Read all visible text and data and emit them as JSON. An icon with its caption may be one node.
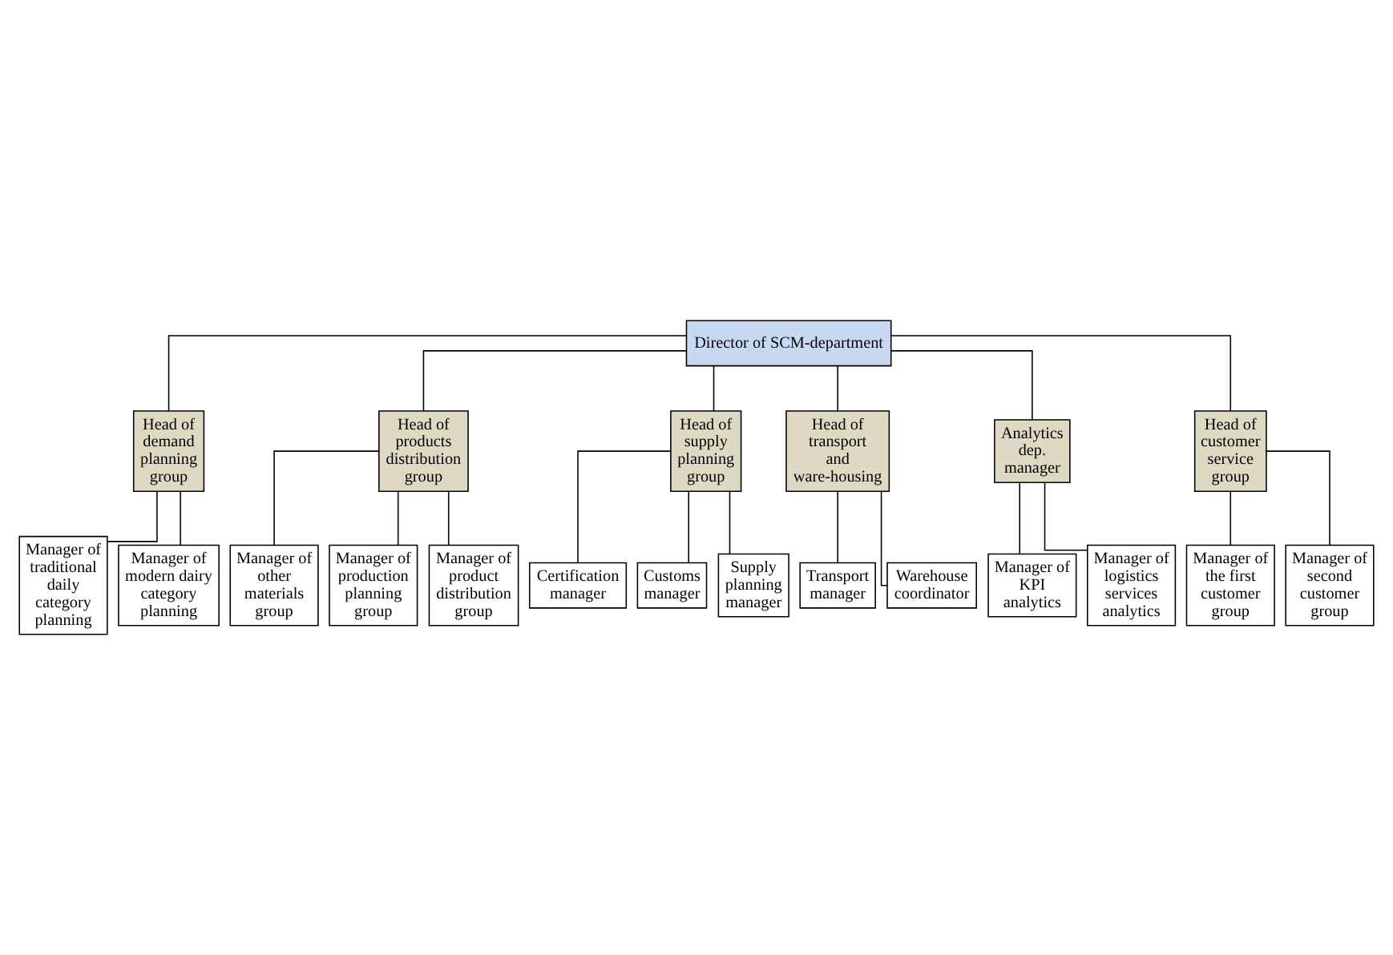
{
  "diagram": {
    "nodes": [
      {
        "text": [
          "Director of SCM-department"
        ]
      },
      {
        "text": [
          "Head of demand planning group"
        ]
      },
      {
        "text": [
          "Head of products distribution group"
        ]
      },
      {
        "text": [
          "Head of supply planning group"
        ]
      },
      {
        "text": [
          "Head of transport and ware-housing"
        ]
      },
      {
        "text": [
          "Analytics dep. manager"
        ]
      },
      {
        "text": [
          "Head of customer service group"
        ]
      },
      {
        "text": [
          "Manager of traditional daily category planning"
        ]
      },
      {
        "text": [
          "Manager of modern dairy category planning"
        ]
      },
      {
        "text": [
          "Manager of other materials group"
        ]
      },
      {
        "text": [
          "Manager of production planning group"
        ]
      },
      {
        "text": [
          "Manager of product distribution group"
        ]
      },
      {
        "text": [
          "Certification manager"
        ]
      },
      {
        "text": [
          "Customs manager"
        ]
      },
      {
        "text": [
          "Supply planning manager"
        ]
      },
      {
        "text": [
          "Transport manager"
        ]
      },
      {
        "text": [
          "Warehouse coordinator"
        ]
      },
      {
        "text": [
          "Manager of KPI analytics"
        ]
      },
      {
        "text": [
          "Manager of logistics services analytics"
        ]
      },
      {
        "text": [
          "Manager of the first customer group"
        ]
      },
      {
        "text": [
          "Manager of second customer group"
        ]
      }
    ],
    "edges": [
      {
        "from": 0,
        "to": 1,
        "arrow": "none"
      },
      {
        "from": 0,
        "to": 2,
        "arrow": "none"
      },
      {
        "from": 0,
        "to": 3,
        "arrow": "none"
      },
      {
        "from": 0,
        "to": 4,
        "arrow": "none"
      },
      {
        "from": 0,
        "to": 5,
        "arrow": "none"
      },
      {
        "from": 0,
        "to": 6,
        "arrow": "none"
      },
      {
        "from": 1,
        "to": 7,
        "arrow": "none"
      },
      {
        "from": 1,
        "to": 8,
        "arrow": "none"
      },
      {
        "from": 2,
        "to": 9,
        "arrow": "none"
      },
      {
        "from": 2,
        "to": 10,
        "arrow": "none"
      },
      {
        "from": 2,
        "to": 11,
        "arrow": "none"
      },
      {
        "from": 3,
        "to": 12,
        "arrow": "none"
      },
      {
        "from": 3,
        "to": 13,
        "arrow": "none"
      },
      {
        "from": 3,
        "to": 14,
        "arrow": "none"
      },
      {
        "from": 4,
        "to": 15,
        "arrow": "none"
      },
      {
        "from": 4,
        "to": 16,
        "arrow": "none"
      },
      {
        "from": 5,
        "to": 17,
        "arrow": "none"
      },
      {
        "from": 5,
        "to": 18,
        "arrow": "none"
      },
      {
        "from": 6,
        "to": 19,
        "arrow": "none"
      },
      {
        "from": 6,
        "to": 20,
        "arrow": "none"
      }
    ]
  }
}
